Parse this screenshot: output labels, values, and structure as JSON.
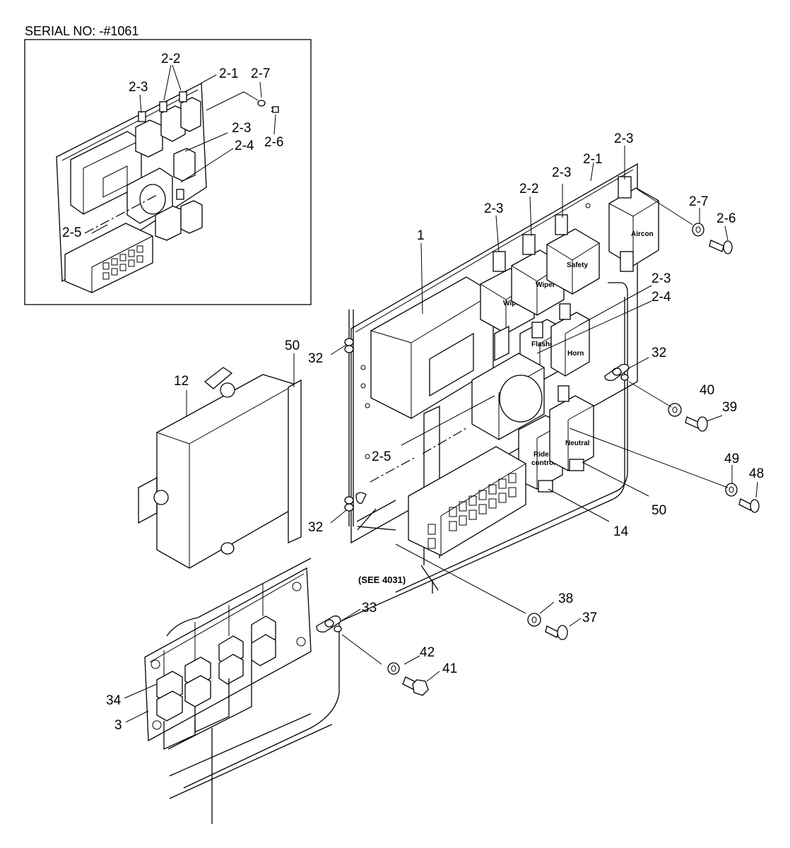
{
  "serial_note": "SERIAL NO: -#1061",
  "see_note": "(SEE 4031)",
  "relay_labels": {
    "aircon": "Aircon",
    "safety": "Safety",
    "wiper_upper": "Wiper",
    "wiper_lower": "Wiper",
    "flasher": "Flasher",
    "horn": "Horn",
    "neutral": "Neutral",
    "ride_control_1": "Ride",
    "ride_control_2": "control"
  },
  "inset_callouts": {
    "c_2_2": "2-2",
    "c_2_1": "2-1",
    "c_2_7": "2-7",
    "c_2_3_a": "2-3",
    "c_2_3_b": "2-3",
    "c_2_4": "2-4",
    "c_2_6": "2-6",
    "c_2_5": "2-5"
  },
  "main_callouts": {
    "c_2_3_top": "2-3",
    "c_2_1": "2-1",
    "c_2_3_b": "2-3",
    "c_2_2": "2-2",
    "c_2_3_c": "2-3",
    "c_1": "1",
    "c_2_7": "2-7",
    "c_2_6": "2-6",
    "c_2_3_d": "2-3",
    "c_2_4": "2-4",
    "c_50_top": "50",
    "c_12": "12",
    "c_32_left_top": "32",
    "c_32_right": "32",
    "c_40": "40",
    "c_39": "39",
    "c_2_5": "2-5",
    "c_49": "49",
    "c_48": "48",
    "c_50_right": "50",
    "c_32_left_bottom": "32",
    "c_14": "14",
    "c_38": "38",
    "c_37": "37",
    "c_33": "33",
    "c_42": "42",
    "c_41": "41",
    "c_34": "34",
    "c_3": "3"
  }
}
